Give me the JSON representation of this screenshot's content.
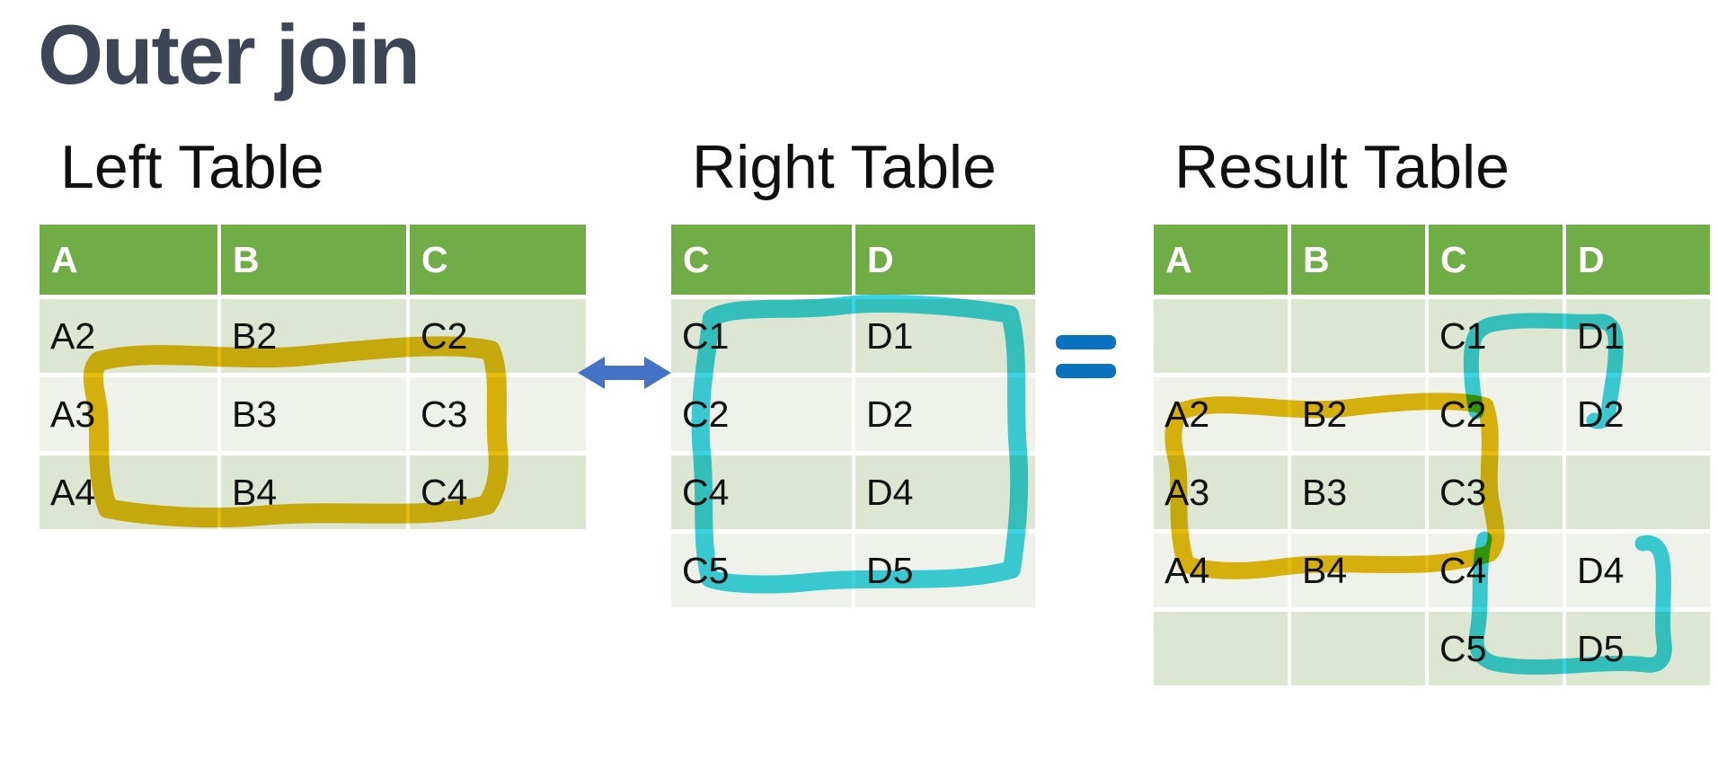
{
  "title": "Outer join",
  "tables": [
    {
      "label": "Left Table",
      "headers": [
        "A",
        "B",
        "C"
      ],
      "rows": [
        [
          "A2",
          "B2",
          "C2"
        ],
        [
          "A3",
          "B3",
          "C3"
        ],
        [
          "A4",
          "B4",
          "C4"
        ]
      ]
    },
    {
      "label": "Right Table",
      "headers": [
        "C",
        "D"
      ],
      "rows": [
        [
          "C1",
          "D1"
        ],
        [
          "C2",
          "D2"
        ],
        [
          "C4",
          "D4"
        ],
        [
          "C5",
          "D5"
        ]
      ]
    },
    {
      "label": "Result Table",
      "headers": [
        "A",
        "B",
        "C",
        "D"
      ],
      "rows": [
        [
          "",
          "",
          "C1",
          "D1"
        ],
        [
          "A2",
          "B2",
          "C2",
          "D2"
        ],
        [
          "A3",
          "B3",
          "C3",
          ""
        ],
        [
          "A4",
          "B4",
          "C4",
          "D4"
        ],
        [
          "",
          "",
          "C5",
          "D5"
        ]
      ]
    }
  ],
  "icons": {
    "relation": "double-arrow-icon",
    "equality": "equals-icon",
    "left_highlight": "yellow-marker-loop",
    "right_highlight": "cyan-marker-loop"
  },
  "colors": {
    "title_color": "#3E4656",
    "header_green": "#70AD47",
    "row_dark": "#DDE6D3",
    "row_light": "#EFF2EA",
    "marker_yellow": "#E4BA0E",
    "marker_cyan": "#3CD3E1",
    "arrow_blue": "#4472C4",
    "equals_blue": "#0B72BF"
  }
}
